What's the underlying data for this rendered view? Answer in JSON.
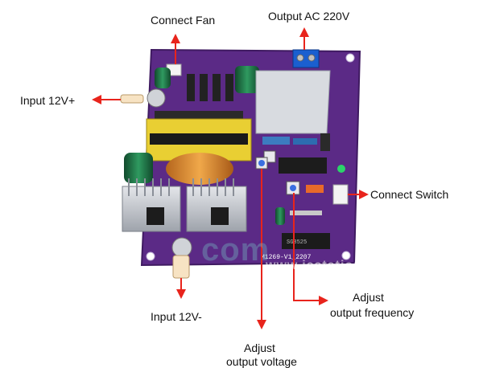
{
  "labels": {
    "connect_fan": "Connect Fan",
    "output_ac": "Output AC 220V",
    "input_pos": "Input 12V+",
    "connect_switch": "Connect Switch",
    "input_neg": "Input 12V-",
    "adjust_freq_1": "Adjust",
    "adjust_freq_2": "output frequency",
    "adjust_volt_1": "Adjust",
    "adjust_volt_2": "output voltage"
  },
  "silkscreen": {
    "model": "M1269-V1_2207",
    "ic": "SG3525"
  },
  "watermark": {
    "line1": "com",
    "line2": "www.icstation.com"
  },
  "colors": {
    "arrow": "#e8241c",
    "board": "#5b2a86",
    "board_dark": "#3f1a61",
    "heatsink": "#c9ccd2",
    "transformer": "#e9cf33",
    "capacitor": "#1e6f43"
  }
}
